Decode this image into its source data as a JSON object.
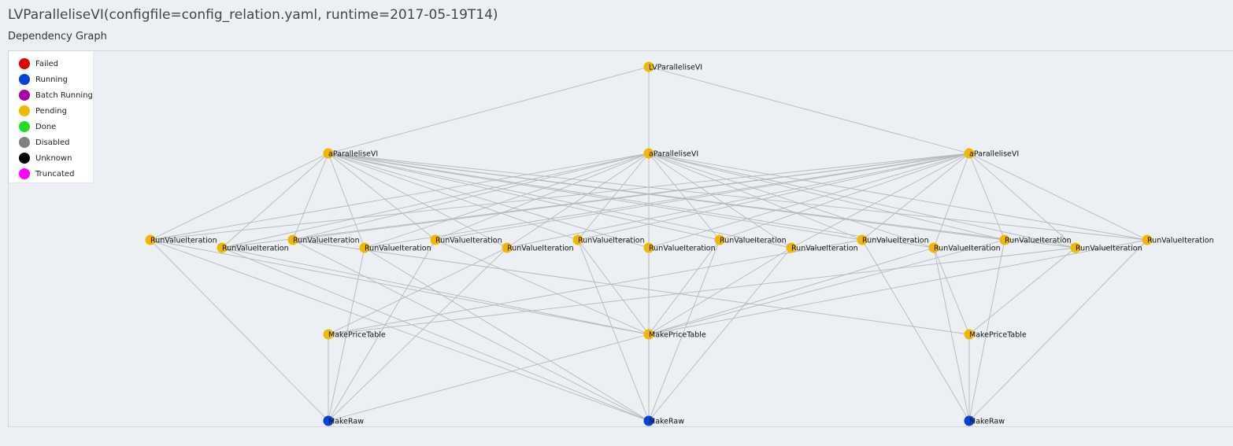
{
  "title": "LVParalleliseVI(configfile=config_relation.yaml, runtime=2017-05-19T14)",
  "section_title": "Dependency Graph",
  "colors": {
    "failed": "#e00000",
    "running": "#0044dd",
    "batch_running": "#aa00aa",
    "pending": "#f0b800",
    "done": "#22dd22",
    "disabled": "#808080",
    "unknown": "#000000",
    "truncated": "#ff00ff",
    "edge": "#b5b8bc"
  },
  "legend": [
    {
      "label": "Failed",
      "status": "failed"
    },
    {
      "label": "Running",
      "status": "running"
    },
    {
      "label": "Batch Running",
      "status": "batch_running"
    },
    {
      "label": "Pending",
      "status": "pending"
    },
    {
      "label": "Done",
      "status": "done"
    },
    {
      "label": "Disabled",
      "status": "disabled"
    },
    {
      "label": "Unknown",
      "status": "unknown"
    },
    {
      "label": "Truncated",
      "status": "truncated"
    }
  ],
  "graph": {
    "nodes": [
      {
        "id": "root",
        "label": "LVParalleliseVI",
        "status": "pending"
      },
      {
        "id": "p1",
        "label": "aParalleliseVI",
        "status": "pending"
      },
      {
        "id": "p2",
        "label": "aParalleliseVI",
        "status": "pending"
      },
      {
        "id": "p3",
        "label": "aParalleliseVI",
        "status": "pending"
      },
      {
        "id": "r1",
        "label": "RunValueIteration",
        "status": "pending"
      },
      {
        "id": "r2",
        "label": "RunValueIteration",
        "status": "pending"
      },
      {
        "id": "r3",
        "label": "RunValueIteration",
        "status": "pending"
      },
      {
        "id": "r4",
        "label": "RunValueIteration",
        "status": "pending"
      },
      {
        "id": "r5",
        "label": "RunValueIteration",
        "status": "pending"
      },
      {
        "id": "r6",
        "label": "RunValueIteration",
        "status": "pending"
      },
      {
        "id": "r7",
        "label": "RunValueIteration",
        "status": "pending"
      },
      {
        "id": "r8",
        "label": "RunValueIteration",
        "status": "pending"
      },
      {
        "id": "r9",
        "label": "RunValueIteration",
        "status": "pending"
      },
      {
        "id": "r10",
        "label": "RunValueIteration",
        "status": "pending"
      },
      {
        "id": "r11",
        "label": "RunValueIteration",
        "status": "pending"
      },
      {
        "id": "r12",
        "label": "RunValueIteration",
        "status": "pending"
      },
      {
        "id": "r13",
        "label": "RunValueIteration",
        "status": "pending"
      },
      {
        "id": "r14",
        "label": "RunValueIteration",
        "status": "pending"
      },
      {
        "id": "r15",
        "label": "RunValueIteration",
        "status": "pending"
      },
      {
        "id": "m1",
        "label": "MakePriceTable",
        "status": "pending"
      },
      {
        "id": "m2",
        "label": "MakePriceTable",
        "status": "pending"
      },
      {
        "id": "m3",
        "label": "MakePriceTable",
        "status": "pending"
      },
      {
        "id": "k1",
        "label": "MakeRaw",
        "status": "running"
      },
      {
        "id": "k2",
        "label": "MakeRaw",
        "status": "running"
      },
      {
        "id": "k3",
        "label": "MakeRaw",
        "status": "running"
      }
    ],
    "edges": [
      [
        "root",
        "p1"
      ],
      [
        "root",
        "p2"
      ],
      [
        "root",
        "p3"
      ],
      [
        "p1",
        "r1"
      ],
      [
        "p1",
        "r2"
      ],
      [
        "p1",
        "r3"
      ],
      [
        "p1",
        "r4"
      ],
      [
        "p1",
        "r5"
      ],
      [
        "p1",
        "r6"
      ],
      [
        "p1",
        "r7"
      ],
      [
        "p1",
        "r8"
      ],
      [
        "p1",
        "r9"
      ],
      [
        "p1",
        "r10"
      ],
      [
        "p1",
        "r11"
      ],
      [
        "p1",
        "r12"
      ],
      [
        "p1",
        "r13"
      ],
      [
        "p1",
        "r14"
      ],
      [
        "p1",
        "r15"
      ],
      [
        "p2",
        "r1"
      ],
      [
        "p2",
        "r2"
      ],
      [
        "p2",
        "r3"
      ],
      [
        "p2",
        "r4"
      ],
      [
        "p2",
        "r5"
      ],
      [
        "p2",
        "r6"
      ],
      [
        "p2",
        "r7"
      ],
      [
        "p2",
        "r8"
      ],
      [
        "p2",
        "r9"
      ],
      [
        "p2",
        "r10"
      ],
      [
        "p2",
        "r11"
      ],
      [
        "p2",
        "r12"
      ],
      [
        "p2",
        "r13"
      ],
      [
        "p2",
        "r14"
      ],
      [
        "p2",
        "r15"
      ],
      [
        "p3",
        "r1"
      ],
      [
        "p3",
        "r2"
      ],
      [
        "p3",
        "r3"
      ],
      [
        "p3",
        "r4"
      ],
      [
        "p3",
        "r5"
      ],
      [
        "p3",
        "r6"
      ],
      [
        "p3",
        "r7"
      ],
      [
        "p3",
        "r8"
      ],
      [
        "p3",
        "r9"
      ],
      [
        "p3",
        "r10"
      ],
      [
        "p3",
        "r11"
      ],
      [
        "p3",
        "r12"
      ],
      [
        "p3",
        "r13"
      ],
      [
        "p3",
        "r14"
      ],
      [
        "p3",
        "r15"
      ],
      [
        "r1",
        "m2"
      ],
      [
        "r1",
        "k1"
      ],
      [
        "r1",
        "k2"
      ],
      [
        "r2",
        "m2"
      ],
      [
        "r2",
        "k2"
      ],
      [
        "r3",
        "m3"
      ],
      [
        "r3",
        "k2"
      ],
      [
        "r4",
        "k2"
      ],
      [
        "r4",
        "k1"
      ],
      [
        "r5",
        "m2"
      ],
      [
        "r5",
        "k1"
      ],
      [
        "r6",
        "m1"
      ],
      [
        "r6",
        "k1"
      ],
      [
        "r7",
        "m2"
      ],
      [
        "r7",
        "k2"
      ],
      [
        "r8",
        "m2"
      ],
      [
        "r8",
        "k2"
      ],
      [
        "r9",
        "m2"
      ],
      [
        "r9",
        "k2"
      ],
      [
        "r10",
        "m2"
      ],
      [
        "r10",
        "k2"
      ],
      [
        "r11",
        "m1"
      ],
      [
        "r11",
        "k3"
      ],
      [
        "r12",
        "m3"
      ],
      [
        "r12",
        "k3"
      ],
      [
        "r12",
        "m2"
      ],
      [
        "r13",
        "m2"
      ],
      [
        "r13",
        "k3"
      ],
      [
        "r14",
        "m1"
      ],
      [
        "r14",
        "m3"
      ],
      [
        "r15",
        "m2"
      ],
      [
        "r15",
        "k3"
      ],
      [
        "m1",
        "k1"
      ],
      [
        "m2",
        "k2"
      ],
      [
        "m2",
        "k1"
      ],
      [
        "m3",
        "k3"
      ]
    ]
  }
}
